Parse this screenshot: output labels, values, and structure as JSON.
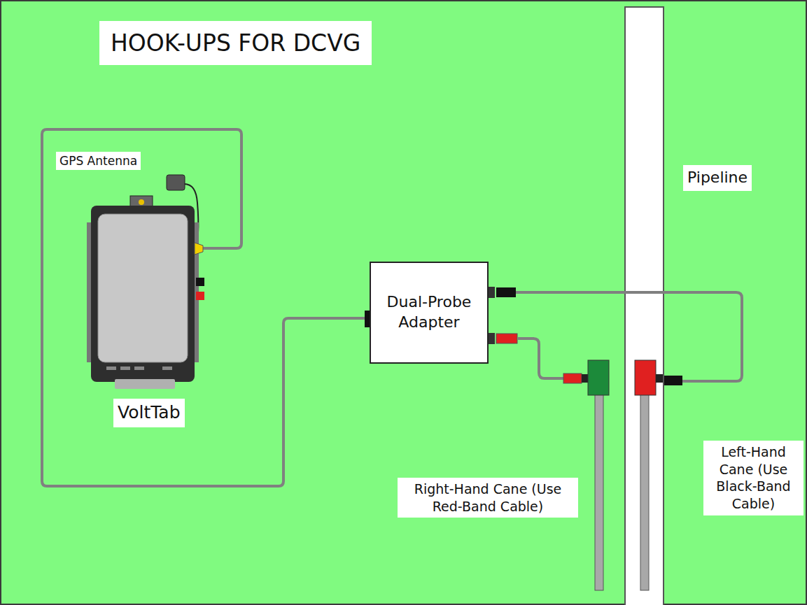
{
  "diagram": {
    "title": "HOOK-UPS FOR DCVG",
    "nodes": [
      {
        "text": [
          "Dual-Probe Adapter"
        ]
      }
    ],
    "labels": [
      "GPS Antenna",
      "VoltTab",
      "Pipeline",
      "Right-Hand Cane (Use Red-Band Cable)",
      "Left-Hand Cane (Use Black-Band Cable)"
    ]
  }
}
